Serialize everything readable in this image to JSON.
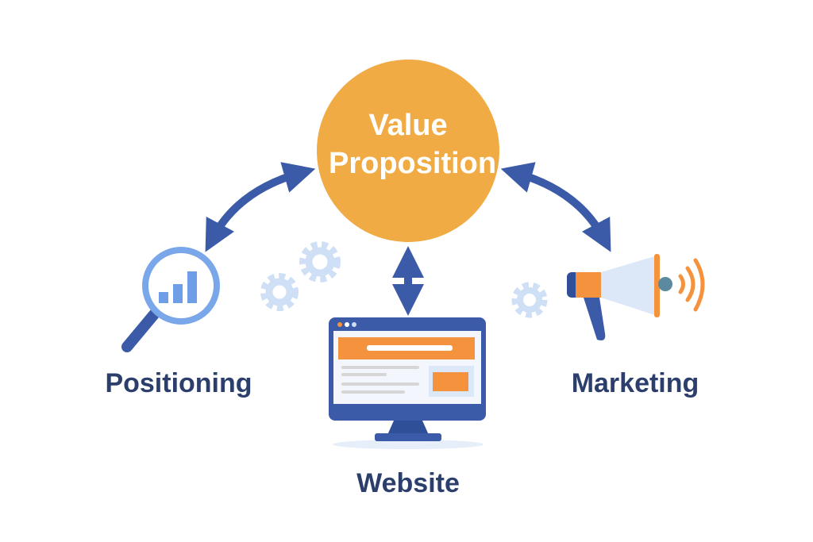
{
  "center": {
    "line1": "Value",
    "line2": "Proposition"
  },
  "nodes": {
    "positioning": "Positioning",
    "website": "Website",
    "marketing": "Marketing"
  },
  "colors": {
    "orange": "#f0ab45",
    "blue": "#3b5aa8",
    "light_blue": "#cfe0f6",
    "accent_orange": "#f5923e",
    "text": "#2c3f6c"
  }
}
